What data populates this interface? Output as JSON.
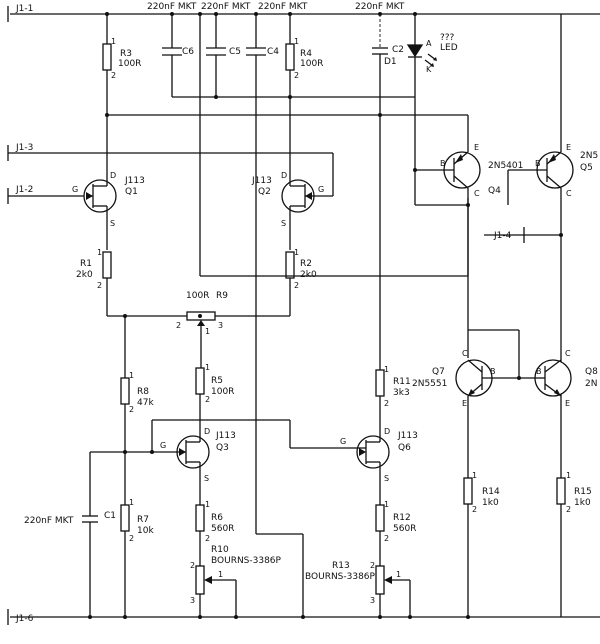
{
  "title": "",
  "connectors": {
    "j1_1": "J1-1",
    "j1_2": "J1-2",
    "j1_3": "J1-3",
    "j1_4": "J1-4",
    "j1_6": "J1-6"
  },
  "cap_top_labels": {
    "c6_value": "220nF MKT",
    "c5_value": "220nF MKT",
    "c4_value": "220nF MKT",
    "c2_value": "220nF MKT"
  },
  "capacitors": {
    "c6": "C6",
    "c5": "C5",
    "c4": "C4",
    "c2": "C2",
    "c1": "C1",
    "c1_value": "220nF MKT"
  },
  "diodes": {
    "d1": "D1",
    "led": "LED",
    "led_q": "???",
    "led_a": "A",
    "led_k": "K"
  },
  "resistors": {
    "r3": "R3",
    "r3_v": "100R",
    "r4": "R4",
    "r4_v": "100R",
    "r1": "R1",
    "r1_v": "2k0",
    "r2": "R2",
    "r2_v": "2k0",
    "r9": "R9",
    "r9_v": "100R",
    "r5": "R5",
    "r5_v": "100R",
    "r8": "R8",
    "r8_v": "47k",
    "r7": "R7",
    "r7_v": "10k",
    "r6": "R6",
    "r6_v": "560R",
    "r10": "R10",
    "r10_v": "BOURNS-3386P",
    "r11": "R11",
    "r11_v": "3k3",
    "r12": "R12",
    "r12_v": "560R",
    "r13": "R13",
    "r13_v": "BOURNS-3386P",
    "r14": "R14",
    "r14_v": "1k0",
    "r15": "R15",
    "r15_v": "1k0"
  },
  "transistors": {
    "q1": "Q1",
    "q1_t": "J113",
    "q2": "Q2",
    "q2_t": "J113",
    "q3": "Q3",
    "q3_t": "J113",
    "q6": "Q6",
    "q6_t": "J113",
    "q4": "Q4",
    "q4_t": "2N5401",
    "q5": "Q5",
    "q5_t": "2N5",
    "q7": "Q7",
    "q7_t": "2N5551",
    "q8": "Q8",
    "q8_t": "2N"
  },
  "pin_letters": {
    "d": "D",
    "s": "S",
    "g": "G",
    "b": "B",
    "c": "C",
    "e": "E"
  },
  "pin_numbers": {
    "one": "1",
    "two": "2",
    "three": "3"
  }
}
